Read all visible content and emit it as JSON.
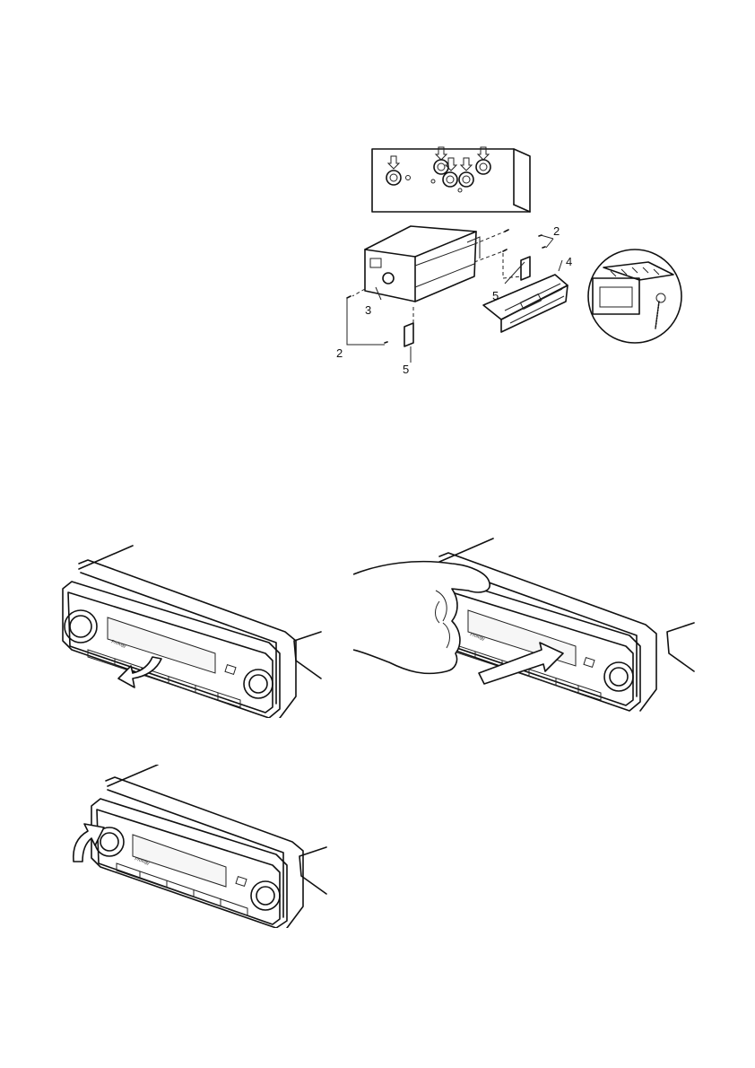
{
  "figures": {
    "installation_diagram": {
      "callouts": [
        "2",
        "2",
        "3",
        "4",
        "5",
        "5"
      ]
    },
    "step_open_panel": {
      "brand": "Prology"
    },
    "step_remove_panel": {
      "brand": "Prology"
    },
    "step_attach_panel": {
      "brand": "Prology"
    }
  },
  "colors": {
    "line": "#111111",
    "background": "#ffffff",
    "shade": "#d8d8d8"
  },
  "icons": [
    "curved-arrow-down-icon",
    "straight-arrow-icon",
    "curved-arrow-up-icon",
    "down-arrow-icon"
  ]
}
